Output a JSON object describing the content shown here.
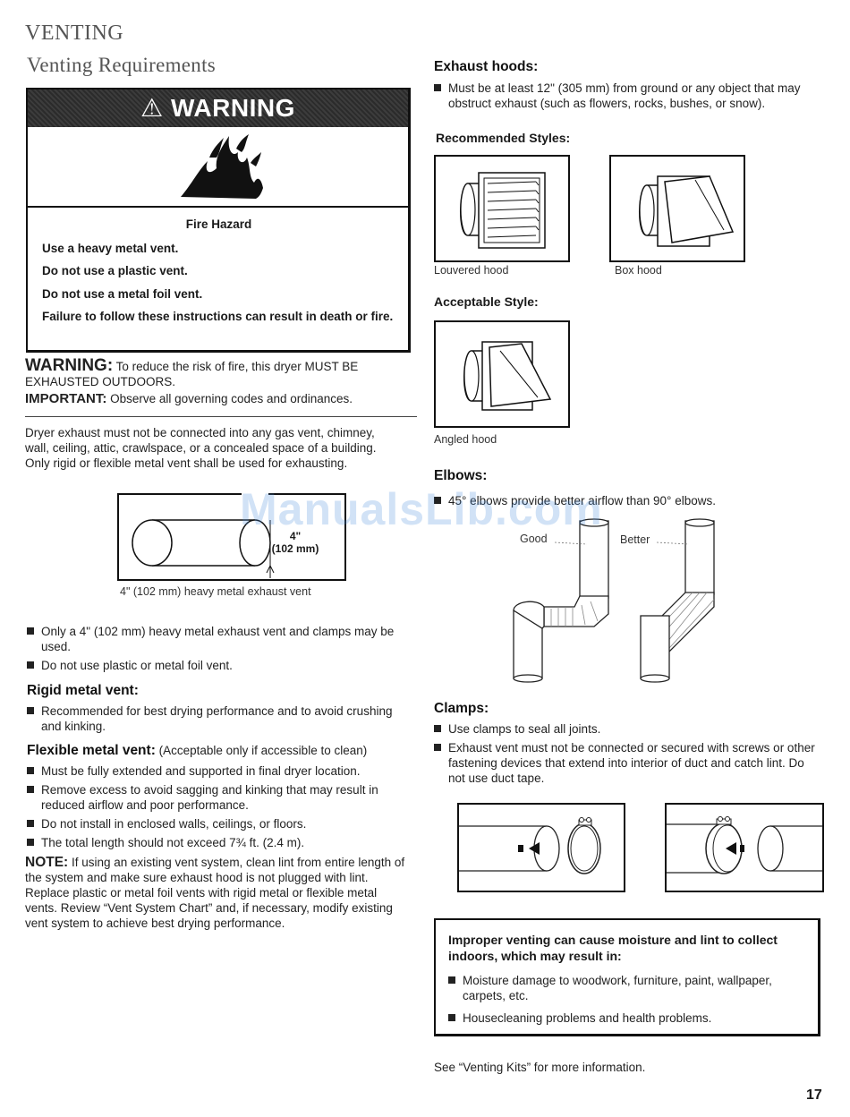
{
  "header": {
    "section": "VENTING",
    "subsection": "Venting Requirements"
  },
  "warning_box": {
    "banner": "WARNING",
    "banner_symbol": "⚠",
    "hazard_title": "Fire Hazard",
    "lines": [
      "Use a heavy metal vent.",
      "Do not use a plastic vent.",
      "Do not use a metal foil vent.",
      "Failure to follow these instructions can result in death or fire."
    ]
  },
  "warning_note": {
    "label": "WARNING:",
    "text": " To reduce the risk of fire, this dryer MUST BE EXHAUSTED OUTDOORS.",
    "important_label": "IMPORTANT:",
    "important_text": " Observe all governing codes and ordinances."
  },
  "intro_paragraph": "Dryer exhaust must not be connected into any gas vent, chimney, wall, ceiling, attic, crawlspace, or a concealed space of a building. Only rigid or flexible metal vent shall be used for exhausting.",
  "vent_figure": {
    "dimension": "4\"",
    "dimension_metric": "(102 mm)",
    "caption": "4\" (102 mm) heavy metal exhaust vent"
  },
  "vent_bullets": [
    "Only a 4\" (102 mm) heavy metal exhaust vent and clamps may be used.",
    "Do not use plastic or metal foil vent."
  ],
  "rigid": {
    "title": "Rigid metal vent:",
    "bullets": [
      "Recommended for best drying performance and to avoid crushing and kinking."
    ]
  },
  "flexible": {
    "title": "Flexible metal vent:",
    "subtitle": " (Acceptable only if accessible to clean)",
    "bullets": [
      "Must be fully extended and supported in final dryer location.",
      "Remove excess to avoid sagging and kinking that may result in reduced airflow and poor performance.",
      "Do not install in enclosed walls, ceilings, or floors.",
      "The total length should not exceed 7¾ ft. (2.4 m)."
    ]
  },
  "note": {
    "label": "NOTE:",
    "text": " If using an existing vent system, clean lint from entire length of the system and make sure exhaust hood is not plugged with lint. Replace plastic or metal foil vents with rigid metal or flexible metal vents. Review “Vent System Chart” and, if necessary, modify existing vent system to achieve best drying performance."
  },
  "exhaust_hoods": {
    "title": "Exhaust hoods:",
    "bullets": [
      "Must be at least 12\" (305 mm) from ground or any object that may obstruct exhaust (such as flowers, rocks, bushes, or snow)."
    ],
    "recommended_title": "Recommended Styles:",
    "louvered_caption": "Louvered hood",
    "box_caption": "Box hood",
    "acceptable_title": "Acceptable Style:",
    "angled_caption": "Angled hood"
  },
  "elbows": {
    "title": "Elbows:",
    "bullets": [
      "45° elbows provide better airflow than 90° elbows."
    ],
    "good_label": "Good",
    "better_label": "Better"
  },
  "clamps": {
    "title": "Clamps:",
    "bullets": [
      "Use clamps to seal all joints.",
      "Exhaust vent must not be connected or secured with screws or other fastening devices that extend into interior of duct and catch lint. Do not use duct tape."
    ]
  },
  "info_box": {
    "heading": "Improper venting can cause moisture and lint to collect indoors, which may result in:",
    "bullets": [
      "Moisture damage to woodwork, furniture, paint, wallpaper, carpets, etc.",
      "Housecleaning problems and health problems."
    ]
  },
  "footer_note": "See “Venting Kits” for more information.",
  "page_number": "17",
  "watermark": "ManualsLib.com"
}
